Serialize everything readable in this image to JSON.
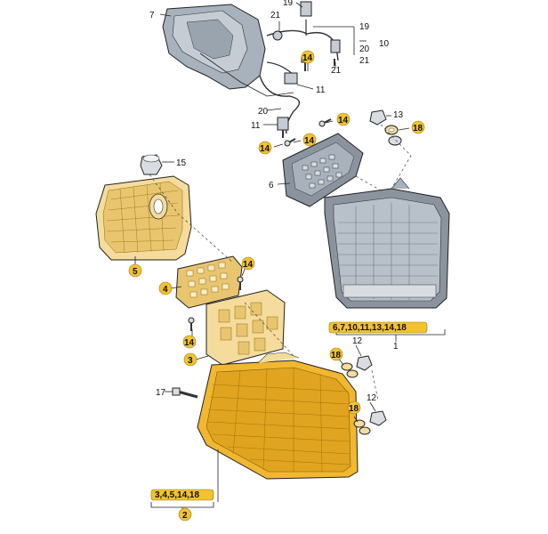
{
  "callouts": {
    "c7": "7",
    "c19top": "19",
    "c21a": "21",
    "c19r": "19",
    "c20r": "20",
    "c21r": "21",
    "c10": "10",
    "c14a": "14",
    "c21b": "21",
    "c11a": "11",
    "c20": "20",
    "c11b": "11",
    "c14b": "14",
    "c13": "13",
    "c18a": "18",
    "c14c": "14",
    "c14d": "14",
    "c15": "15",
    "c6": "6",
    "c5": "5",
    "c14e": "14",
    "c4": "4",
    "c14f": "14",
    "c3": "3",
    "c12a": "12",
    "c18b": "18",
    "c17": "17",
    "c12b": "12",
    "c18c": "18",
    "c1": "1",
    "c2": "2"
  },
  "groups": {
    "g1": "6,7,10,11,13,14,18",
    "g2": "3,4,5,14,18"
  },
  "colors": {
    "grey_body": "#b8c0c9",
    "grey_dark": "#8b949e",
    "amber": "#f2b730",
    "amber_dark": "#c98d12",
    "tan": "#f5dc9c",
    "badge": "#f2c230"
  }
}
